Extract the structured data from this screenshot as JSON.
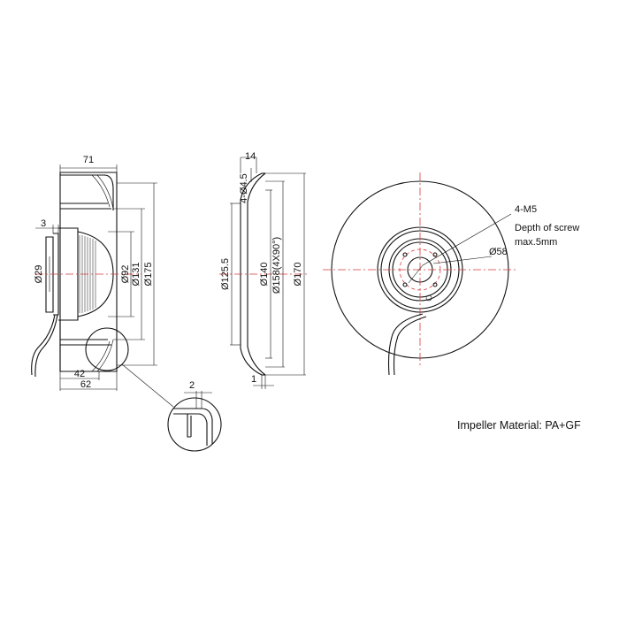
{
  "side_view": {
    "dim_width_top": "71",
    "dim_flange": "3",
    "dim_hub_dia": "Ø29",
    "dim_inner_dia": "Ø92",
    "dim_inlet_dia": "Ø131",
    "dim_outer_dia": "Ø175",
    "dim_depth_inner": "42",
    "dim_depth_outer": "62"
  },
  "detail_view": {
    "dim_gap": "2"
  },
  "profile_view": {
    "dim_top_thickness": "14",
    "dim_holes": "4-Ø4.5",
    "dim_inner_ring": "Ø125.5",
    "dim_hole_circle_a": "Ø140",
    "dim_hole_circle_b": "Ø158(4X90°)",
    "dim_outer": "Ø170",
    "dim_bottom": "1"
  },
  "front_view": {
    "screw_callout": "4-M5",
    "screw_depth_line1": "Depth of screw",
    "screw_depth_line2": "max.5mm",
    "hub_dia": "Ø58"
  },
  "material_note": "Impeller Material:  PA+GF"
}
